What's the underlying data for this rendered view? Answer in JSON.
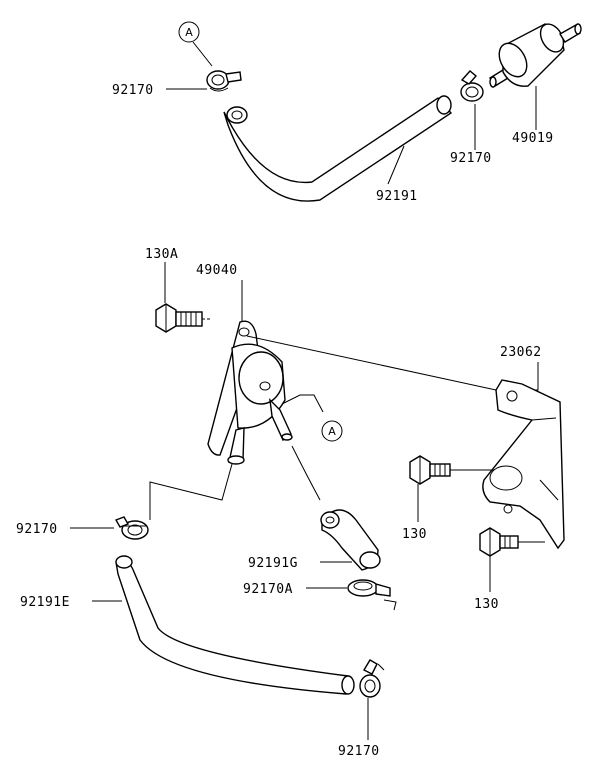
{
  "diagram": {
    "callout_marker": "A",
    "labels": {
      "clamp_top_left": "92170",
      "clamp_top_right": "92170",
      "fuel_filter": "49019",
      "hose_top": "92191",
      "bolt_130a": "130A",
      "fuel_pump": "49040",
      "bracket": "23062",
      "bolt_130_upper": "130",
      "bolt_130_lower": "130",
      "clamp_mid_left": "92170",
      "hose_g": "92191G",
      "clamp_a": "92170A",
      "hose_e": "92191E",
      "clamp_bottom": "92170"
    }
  }
}
